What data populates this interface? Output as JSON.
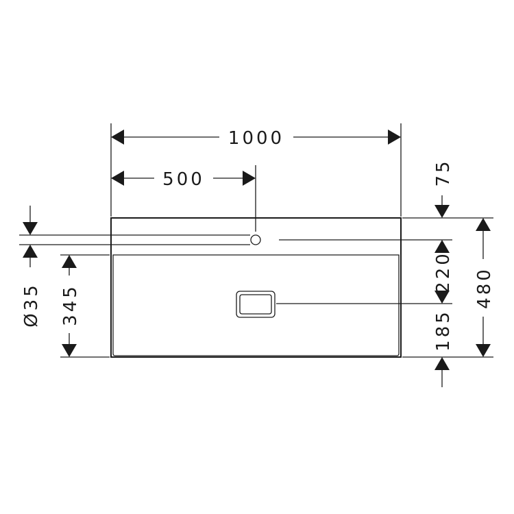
{
  "dimensions": {
    "width_total": "1000",
    "tap_position": "500",
    "top_offset": "75",
    "tap_hole": "Ø35",
    "bowl_depth_left": "345",
    "bowl_to_waste": "220",
    "total_depth": "480",
    "waste_to_front": "185"
  },
  "colors": {
    "line": "#1a1a1a",
    "background": "#ffffff"
  }
}
